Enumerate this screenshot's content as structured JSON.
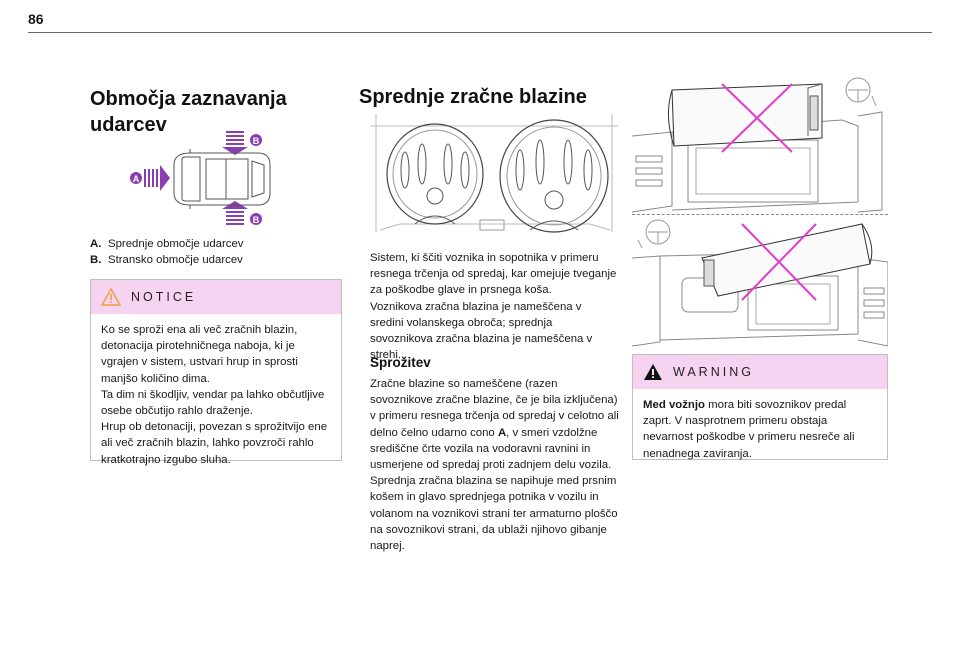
{
  "page": {
    "number": "86"
  },
  "left": {
    "title": "Območja zaznavanja udarcev",
    "diagram_labels": {
      "a": "A",
      "b_top": "B",
      "b_bottom": "B"
    },
    "legend": [
      {
        "key": "A.",
        "text": "Sprednje območje udarcev"
      },
      {
        "key": "B.",
        "text": "Stransko območje udarcev"
      }
    ],
    "notice": {
      "title": "NOTICE",
      "paragraphs": [
        "Ko se sproži ena ali več zračnih blazin, detonacija pirotehničnega naboja, ki je vgrajen v sistem, ustvari hrup in sprosti manjšo količino dima.",
        "Ta dim ni škodljiv, vendar pa lahko občutljive osebe občutijo rahlo draženje.",
        "Hrup ob detonaciji, povezan s sprožitvijo ene ali več zračnih blazin, lahko povzroči rahlo kratkotrajno izgubo sluha."
      ]
    }
  },
  "middle": {
    "title": "Sprednje zračne blazine",
    "intro": [
      "Sistem, ki ščiti voznika in sopotnika v primeru resnega trčenja od spredaj, kar omejuje tveganje za poškodbe glave in prsnega koša.",
      "Voznikova zračna blazina je nameščena v sredini volanskega obroča; sprednja sovoznikova zračna blazina je nameščena v strehi."
    ],
    "subtitle": "Sprožitev",
    "activation": {
      "before_bold": "Zračne blazine so nameščene (razen sovoznikove zračne blazine, če je bila izključena) v primeru resnega trčenja od spredaj v celotno ali delno čelno udarno cono ",
      "bold": "A",
      "after_bold": ", v smeri vzdolžne središčne črte vozila na vodoravni ravnini in usmerjene od spredaj proti zadnjem delu vozila. Sprednja zračna blazina se napihuje med prsnim košem in glavo sprednjega potnika v vozilu in volanom na voznikovi strani ter armaturno ploščo na sovoznikovi strani, da ublaži njihovo gibanje naprej."
    }
  },
  "right": {
    "warning": {
      "title": "WARNING",
      "bold": "Med vožnjo",
      "text": " mora biti sovoznikov predal zaprt. V nasprotnem primeru obstaja nevarnost poškodbe v primeru nesreče ali nenadnega zaviranja."
    }
  },
  "colors": {
    "box_header": "#f6d3f0",
    "accent_purple": "#8a3fb0",
    "cross_magenta": "#e43cc8",
    "warning_triangle": "#111111"
  }
}
